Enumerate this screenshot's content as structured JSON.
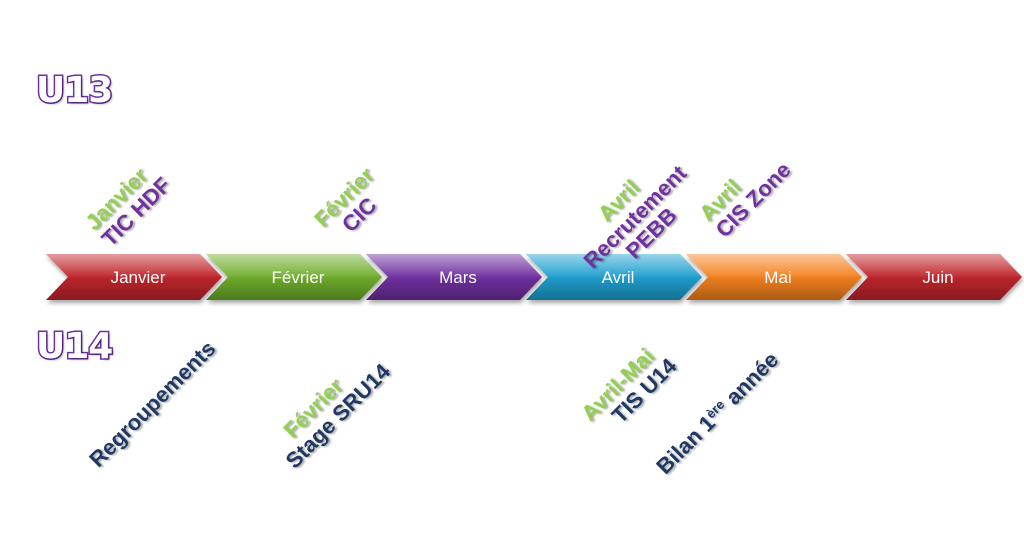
{
  "groups": {
    "u13": "U13",
    "u14": "U14"
  },
  "months": [
    {
      "label": "Janvier",
      "color": "#c0262c"
    },
    {
      "label": "Février",
      "color": "#6fae2c"
    },
    {
      "label": "Mars",
      "color": "#7030a0"
    },
    {
      "label": "Avril",
      "color": "#1fa0d0"
    },
    {
      "label": "Mai",
      "color": "#f58220"
    },
    {
      "label": "Juin",
      "color": "#c0262c"
    }
  ],
  "u13_events": [
    {
      "lines": [
        "Janvier",
        "TIC HDF"
      ]
    },
    {
      "lines": [
        "Février",
        "CIC"
      ]
    },
    {
      "lines": [
        "Avril",
        "Recrutement",
        "PEBB"
      ]
    },
    {
      "lines": [
        "Avril",
        "CIS Zone"
      ]
    }
  ],
  "u14_events": [
    {
      "lines": [
        "Regroupements"
      ]
    },
    {
      "lines": [
        "Février",
        "Stage SRU14"
      ]
    },
    {
      "lines": [
        "Avril-Mai",
        "TIS U14"
      ]
    },
    {
      "bilan_prefix": "Bilan 1",
      "bilan_sup": "ère",
      "bilan_suffix": " année"
    }
  ]
}
